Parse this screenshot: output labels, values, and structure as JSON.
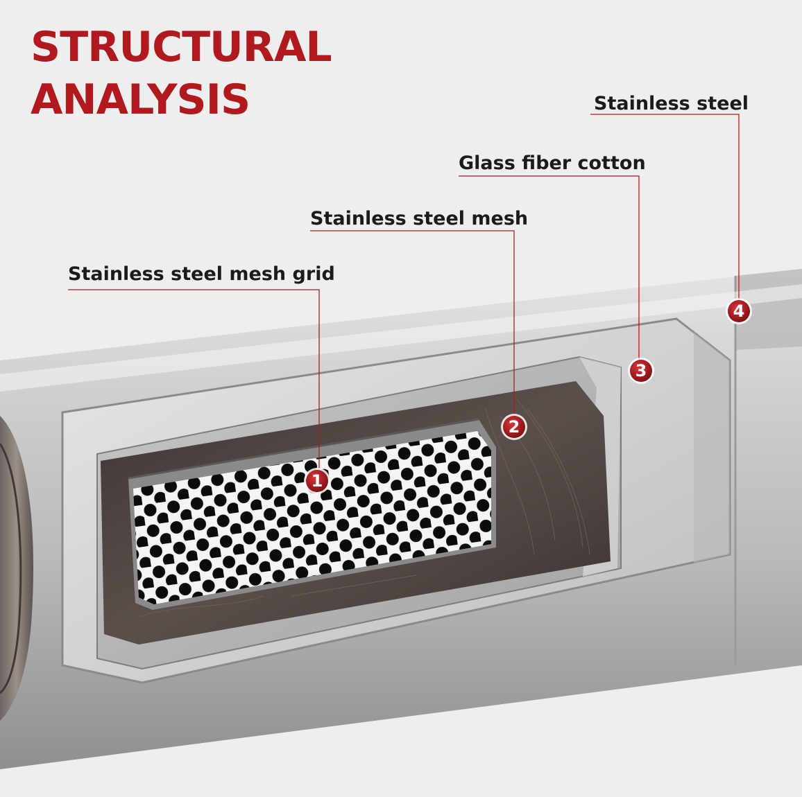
{
  "title": {
    "line1": "STRUCTURAL",
    "line2": "ANALYSIS"
  },
  "callouts": [
    {
      "number": "1",
      "label": "Stainless steel mesh grid"
    },
    {
      "number": "2",
      "label": "Stainless steel mesh"
    },
    {
      "number": "3",
      "label": "Glass fiber cotton"
    },
    {
      "number": "4",
      "label": "Stainless steel"
    }
  ],
  "colors": {
    "accent": "#b0191e",
    "label_text": "#1b1b1b",
    "background": "#eeeeee",
    "steel": "#c9c9c9",
    "fiber": "#4a3f3b"
  }
}
